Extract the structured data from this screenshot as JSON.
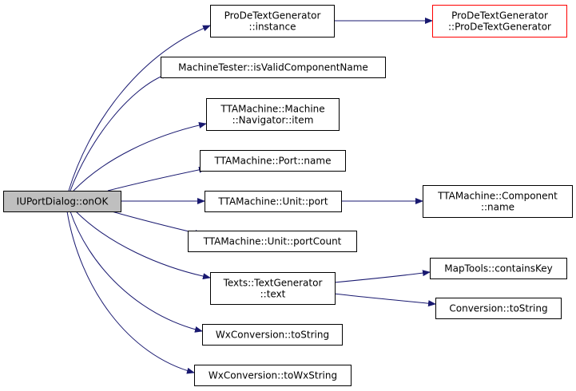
{
  "colors": {
    "edge": "#191970",
    "node_border": "#000000",
    "node_fill": "#ffffff",
    "root_fill": "#bfbfbf",
    "undocumented_border": "#ff0000",
    "text": "#000000"
  },
  "nodes": {
    "root": {
      "lines": [
        "IUPortDialog::onOK"
      ]
    },
    "pdtg_instance": {
      "lines": [
        "ProDeTextGenerator",
        "::instance"
      ]
    },
    "pdtg_ctor": {
      "lines": [
        "ProDeTextGenerator",
        "::ProDeTextGenerator"
      ]
    },
    "machine_tester": {
      "lines": [
        "MachineTester::isValidComponentName"
      ]
    },
    "navigator_item": {
      "lines": [
        "TTAMachine::Machine",
        "::Navigator::item"
      ]
    },
    "port_name": {
      "lines": [
        "TTAMachine::Port::name"
      ]
    },
    "unit_port": {
      "lines": [
        "TTAMachine::Unit::port"
      ]
    },
    "component_name": {
      "lines": [
        "TTAMachine::Component",
        "::name"
      ]
    },
    "unit_portcount": {
      "lines": [
        "TTAMachine::Unit::portCount"
      ]
    },
    "texts_text": {
      "lines": [
        "Texts::TextGenerator",
        "::text"
      ]
    },
    "maptools_containskey": {
      "lines": [
        "MapTools::containsKey"
      ]
    },
    "conversion_tostring": {
      "lines": [
        "Conversion::toString"
      ]
    },
    "wx_tostring": {
      "lines": [
        "WxConversion::toString"
      ]
    },
    "wx_towxstring": {
      "lines": [
        "WxConversion::toWxString"
      ]
    }
  },
  "edges": [
    {
      "from": "root",
      "to": "pdtg_instance"
    },
    {
      "from": "pdtg_instance",
      "to": "pdtg_ctor"
    },
    {
      "from": "root",
      "to": "machine_tester"
    },
    {
      "from": "root",
      "to": "navigator_item"
    },
    {
      "from": "root",
      "to": "port_name"
    },
    {
      "from": "root",
      "to": "unit_port"
    },
    {
      "from": "unit_port",
      "to": "component_name"
    },
    {
      "from": "root",
      "to": "unit_portcount"
    },
    {
      "from": "root",
      "to": "texts_text"
    },
    {
      "from": "texts_text",
      "to": "maptools_containskey"
    },
    {
      "from": "texts_text",
      "to": "conversion_tostring"
    },
    {
      "from": "root",
      "to": "wx_tostring"
    },
    {
      "from": "root",
      "to": "wx_towxstring"
    }
  ]
}
